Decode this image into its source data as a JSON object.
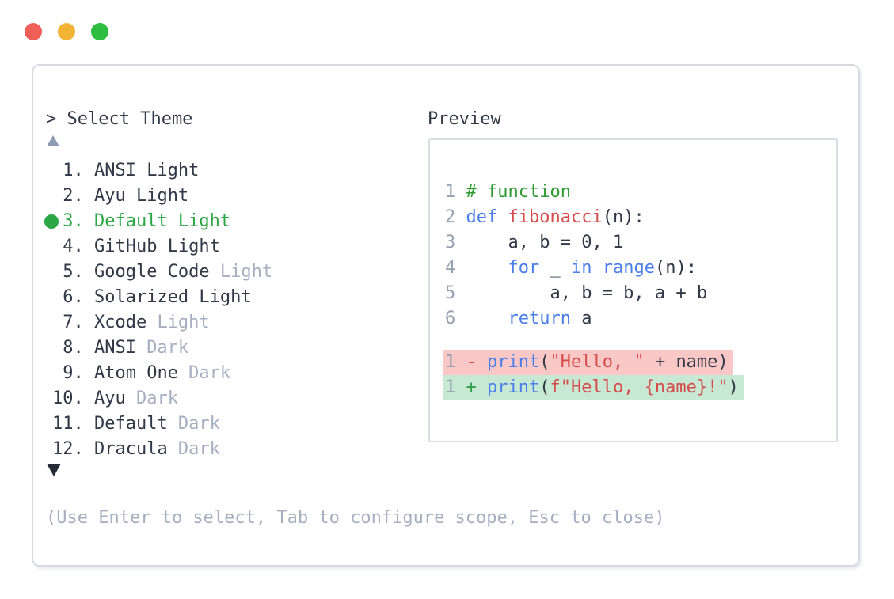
{
  "palette": {
    "tl-red": "#ef5f58",
    "tl-yellow": "#f2b434",
    "tl-green": "#2dbd40",
    "border": "#d6dbe2",
    "preview-border": "#d9dde3",
    "text-dark": "#313946",
    "text-gray": "#a6afc0",
    "muted-gray": "#97a1b2",
    "green": "#2ca746",
    "comment": "#2d9b32",
    "keyword": "#4a7ee9",
    "red": "#d54c4c",
    "diff-plus": "#2c9e45",
    "removed-bg": "#f9c7c5",
    "added-bg": "#c7e9d4",
    "arrow-up": "#8e9cb2",
    "arrow-down": "#242b37"
  },
  "prompt": {
    "text": "> Select Theme"
  },
  "theme_list": {
    "selected_index": 3,
    "items": [
      {
        "number": "1.",
        "name": "ANSI",
        "variant": "Light",
        "variant_muted": false,
        "selected": false
      },
      {
        "number": "2.",
        "name": "Ayu",
        "variant": "Light",
        "variant_muted": false,
        "selected": false
      },
      {
        "number": "3.",
        "name": "Default",
        "variant": "Light",
        "variant_muted": false,
        "selected": true
      },
      {
        "number": "4.",
        "name": "GitHub",
        "variant": "Light",
        "variant_muted": false,
        "selected": false
      },
      {
        "number": "5.",
        "name": "Google Code",
        "variant": "Light",
        "variant_muted": true,
        "selected": false
      },
      {
        "number": "6.",
        "name": "Solarized",
        "variant": "Light",
        "variant_muted": false,
        "selected": false
      },
      {
        "number": "7.",
        "name": "Xcode",
        "variant": "Light",
        "variant_muted": true,
        "selected": false
      },
      {
        "number": "8.",
        "name": "ANSI",
        "variant": "Dark",
        "variant_muted": true,
        "selected": false
      },
      {
        "number": "9.",
        "name": "Atom One",
        "variant": "Dark",
        "variant_muted": true,
        "selected": false
      },
      {
        "number": "10.",
        "name": "Ayu",
        "variant": "Dark",
        "variant_muted": true,
        "selected": false
      },
      {
        "number": "11.",
        "name": "Default",
        "variant": "Dark",
        "variant_muted": true,
        "selected": false
      },
      {
        "number": "12.",
        "name": "Dracula",
        "variant": "Dark",
        "variant_muted": true,
        "selected": false
      }
    ]
  },
  "help": {
    "text": "(Use Enter to select, Tab to configure scope, Esc to close)"
  },
  "preview": {
    "label": "Preview",
    "code_lines": [
      {
        "number": "1",
        "segments": [
          [
            "comment",
            "# function"
          ]
        ]
      },
      {
        "number": "2",
        "segments": [
          [
            "keyword",
            "def"
          ],
          [
            "plain",
            " "
          ],
          [
            "funcname",
            "fibonacci"
          ],
          [
            "plain",
            "(n):"
          ]
        ]
      },
      {
        "number": "3",
        "segments": [
          [
            "plain",
            "    a, b = 0, 1"
          ]
        ]
      },
      {
        "number": "4",
        "segments": [
          [
            "plain",
            "    "
          ],
          [
            "keyword",
            "for"
          ],
          [
            "plain",
            " _ "
          ],
          [
            "keyword",
            "in"
          ],
          [
            "plain",
            " "
          ],
          [
            "keyword",
            "range"
          ],
          [
            "plain",
            "(n):"
          ]
        ]
      },
      {
        "number": "5",
        "segments": [
          [
            "plain",
            "        a, b = b, a + b"
          ]
        ]
      },
      {
        "number": "6",
        "segments": [
          [
            "plain",
            "    "
          ],
          [
            "keyword",
            "return"
          ],
          [
            "plain",
            " a"
          ]
        ]
      },
      {
        "number": "",
        "spacer": true,
        "segments": []
      },
      {
        "number": "1",
        "diff": "removed",
        "segments": [
          [
            "diff-minus",
            "- "
          ],
          [
            "keyword",
            "print"
          ],
          [
            "plain",
            "("
          ],
          [
            "string",
            "\"Hello, \""
          ],
          [
            "plain",
            " + name)"
          ]
        ]
      },
      {
        "number": "1",
        "diff": "added",
        "segments": [
          [
            "diff-plus",
            "+ "
          ],
          [
            "keyword",
            "print"
          ],
          [
            "plain",
            "("
          ],
          [
            "string",
            "f\"Hello, {name}!\""
          ],
          [
            "plain",
            ")"
          ]
        ]
      }
    ]
  }
}
